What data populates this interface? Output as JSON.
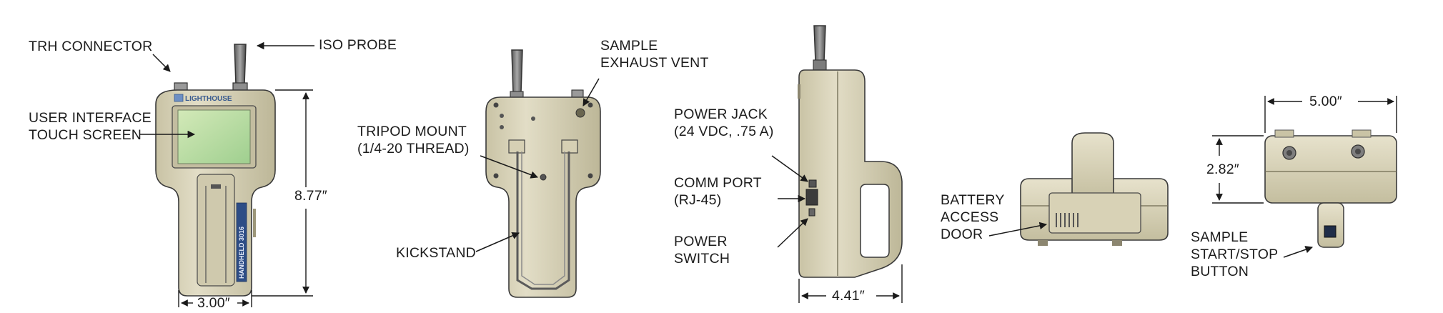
{
  "labels": {
    "trh_connector": "TRH CONNECTOR",
    "iso_probe": "ISO PROBE",
    "user_interface": [
      "USER INTERFACE",
      "TOUCH SCREEN"
    ],
    "tripod_mount": [
      "TRIPOD MOUNT",
      "(1/4-20 THREAD)"
    ],
    "sample_exhaust": [
      "SAMPLE",
      "EXHAUST VENT"
    ],
    "kickstand": "KICKSTAND",
    "power_jack": [
      "POWER JACK",
      "(24 VDC, .75 A)"
    ],
    "comm_port": [
      "COMM PORT",
      "(RJ-45)"
    ],
    "power_switch": [
      "POWER",
      "SWITCH"
    ],
    "battery_door": [
      "BATTERY",
      "ACCESS",
      "DOOR"
    ],
    "sample_button": [
      "SAMPLE",
      "START/STOP",
      "BUTTON"
    ]
  },
  "dimensions": {
    "height": "8.77″",
    "width_front": "3.00″",
    "depth_side": "4.41″",
    "width_top": "5.00″",
    "height_top": "2.82″"
  },
  "brand": {
    "logo_text": "LIGHTHOUSE",
    "model_text": "HANDHELD 3016"
  },
  "colors": {
    "body": "#dcd7bd",
    "body_shadow": "#b3ad8e",
    "screen": "#b7dba4",
    "strip": "#2d4d86",
    "outline": "#3a3a3a"
  }
}
